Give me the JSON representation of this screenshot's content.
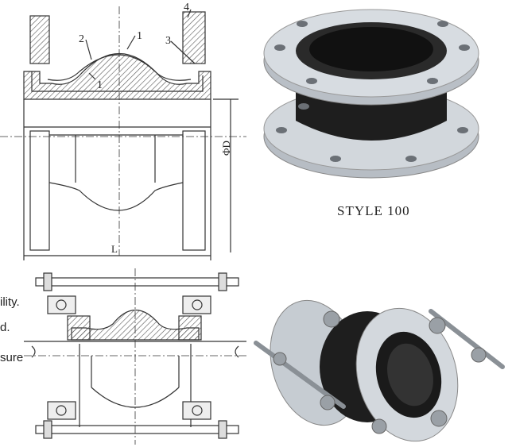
{
  "top_drawing": {
    "callouts": [
      "4",
      "2",
      "1",
      "3",
      "1"
    ],
    "dimension_d": "ΦD",
    "dimension_l": "L"
  },
  "photo_top": {
    "caption": "STYLE  100"
  },
  "bottom_drawing": {
    "cropped_text": [
      "ility.",
      "d.",
      "sure"
    ]
  },
  "colors": {
    "line": "#333333",
    "steel": "#c8cdd2",
    "rubber": "#1e1e1e",
    "hatch": "#555555"
  }
}
